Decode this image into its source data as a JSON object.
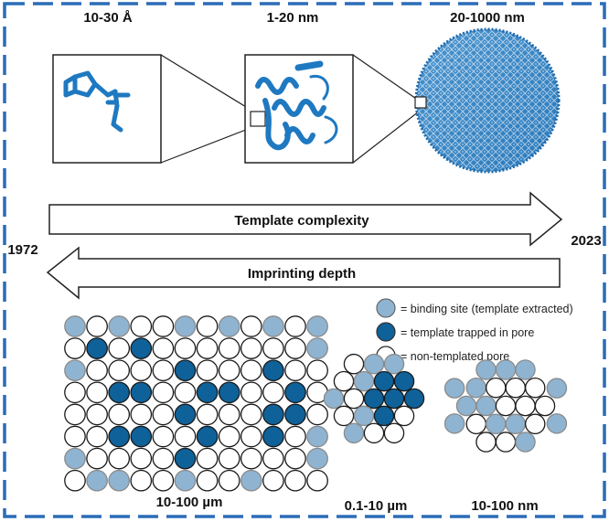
{
  "scales": {
    "small_molecule": "10-30 Å",
    "protein": "1-20 nm",
    "virus": "20-1000 nm"
  },
  "arrows": {
    "template_complexity": "Template complexity",
    "imprinting_depth": "Imprinting depth"
  },
  "years": {
    "start": "1972",
    "end": "2023"
  },
  "legend": {
    "binding_site": "= binding site (template extracted)",
    "trapped": "= template trapped in pore",
    "non_templated": "= non-templated pore"
  },
  "bottom_labels": {
    "large_array": "10-100 µm",
    "medium_cluster": "0.1-10 µm",
    "small_cluster": "10-100 nm"
  },
  "colors": {
    "border_dash": "#2b6cb8",
    "binding_site": "#8fb4d2",
    "trapped": "#0f6199",
    "non_templated": "#ffffff",
    "molecule": "#1f79c1",
    "virus": "#2a7dc0"
  },
  "grid": {
    "rows": [
      "BNBNNBNBNBNB",
      "NTNTNNNNNNNB",
      "BNNNNTNNNTNN",
      "NNTTNNTTNNTN",
      "NNNNNTNNNTTN",
      "NNTTNNTNNTNB",
      "BNNNNTNNNNNB",
      "NBBNNBNNBNNN"
    ],
    "medium_cluster": "NBBNBTTBNTTTNBTNBNN",
    "small_cluster": "BBBBNNNBBNNNNBBNNNBBBB"
  }
}
